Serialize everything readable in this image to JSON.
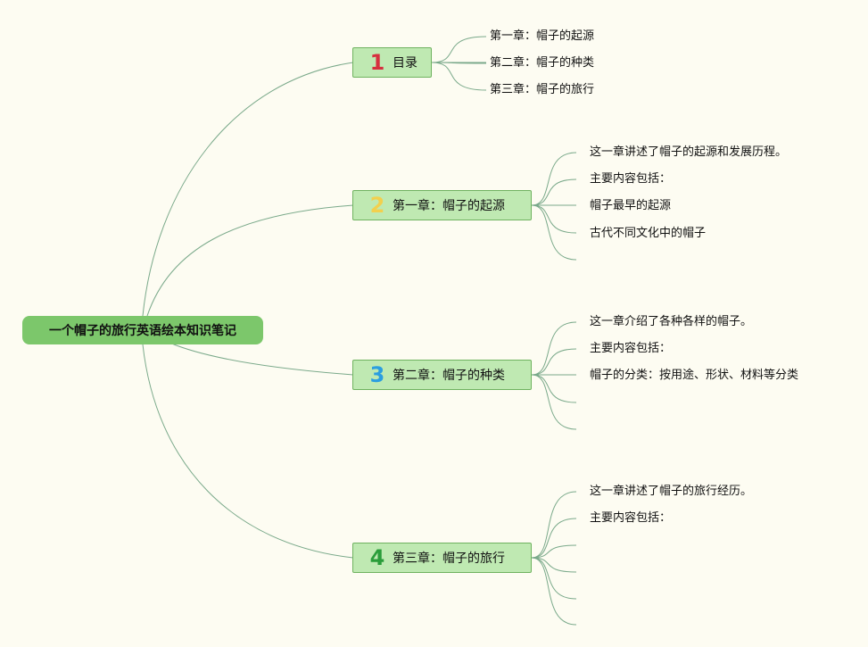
{
  "root": {
    "label": "一个帽子的旅行英语绘本知识笔记"
  },
  "branches": [
    {
      "number": "1",
      "number_color": "#d6303f",
      "label": "目录",
      "leaves": [
        "第一章：帽子的起源",
        "第二章：帽子的种类",
        "第三章：帽子的旅行"
      ]
    },
    {
      "number": "2",
      "number_color": "#f2d04e",
      "label": "第一章：帽子的起源",
      "leaves": [
        "这一章讲述了帽子的起源和发展历程。",
        "主要内容包括：",
        "帽子最早的起源",
        "古代不同文化中的帽子"
      ]
    },
    {
      "number": "3",
      "number_color": "#2b9ee0",
      "label": "第二章：帽子的种类",
      "leaves": [
        "这一章介绍了各种各样的帽子。",
        "主要内容包括：",
        "帽子的分类：按用途、形状、材料等分类"
      ]
    },
    {
      "number": "4",
      "number_color": "#2a9d3a",
      "label": "第三章：帽子的旅行",
      "leaves": [
        "这一章讲述了帽子的旅行经历。",
        "主要内容包括："
      ]
    }
  ],
  "colors": {
    "line": "#7aa98a",
    "background": "#fdfcf2"
  }
}
